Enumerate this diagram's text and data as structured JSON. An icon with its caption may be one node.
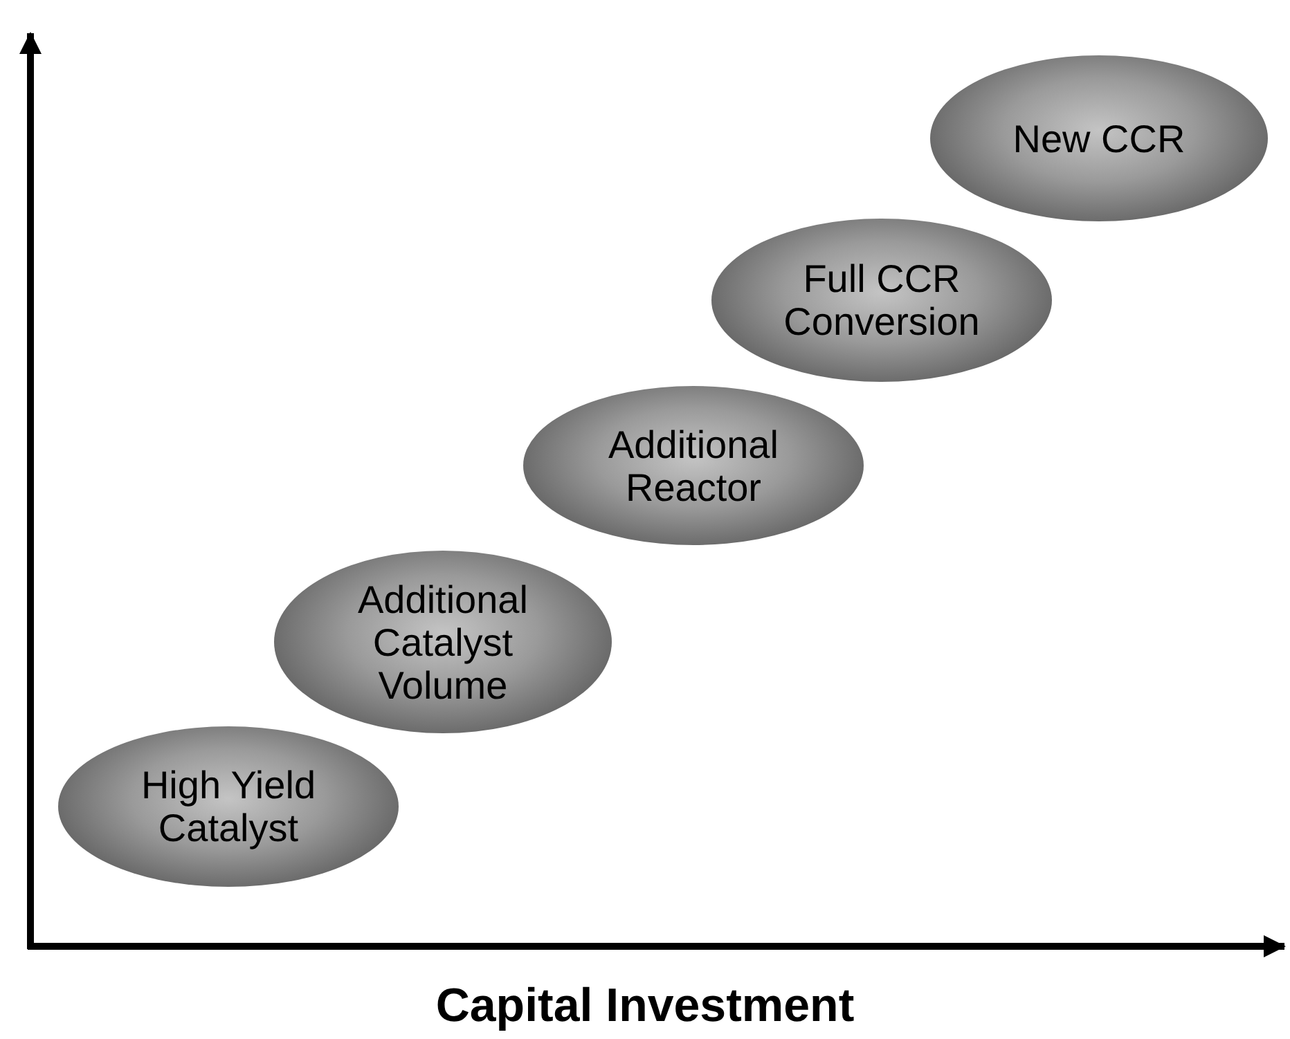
{
  "diagram": {
    "nodes": [
      {
        "text": [
          "High Yield Catalyst"
        ]
      },
      {
        "text": [
          "Additional Catalyst Volume"
        ]
      },
      {
        "text": [
          "Additional Reactor"
        ]
      },
      {
        "text": [
          "Full CCR Conversion"
        ]
      },
      {
        "text": [
          "New CCR"
        ]
      }
    ],
    "labels": [
      "Capital Investment"
    ]
  }
}
